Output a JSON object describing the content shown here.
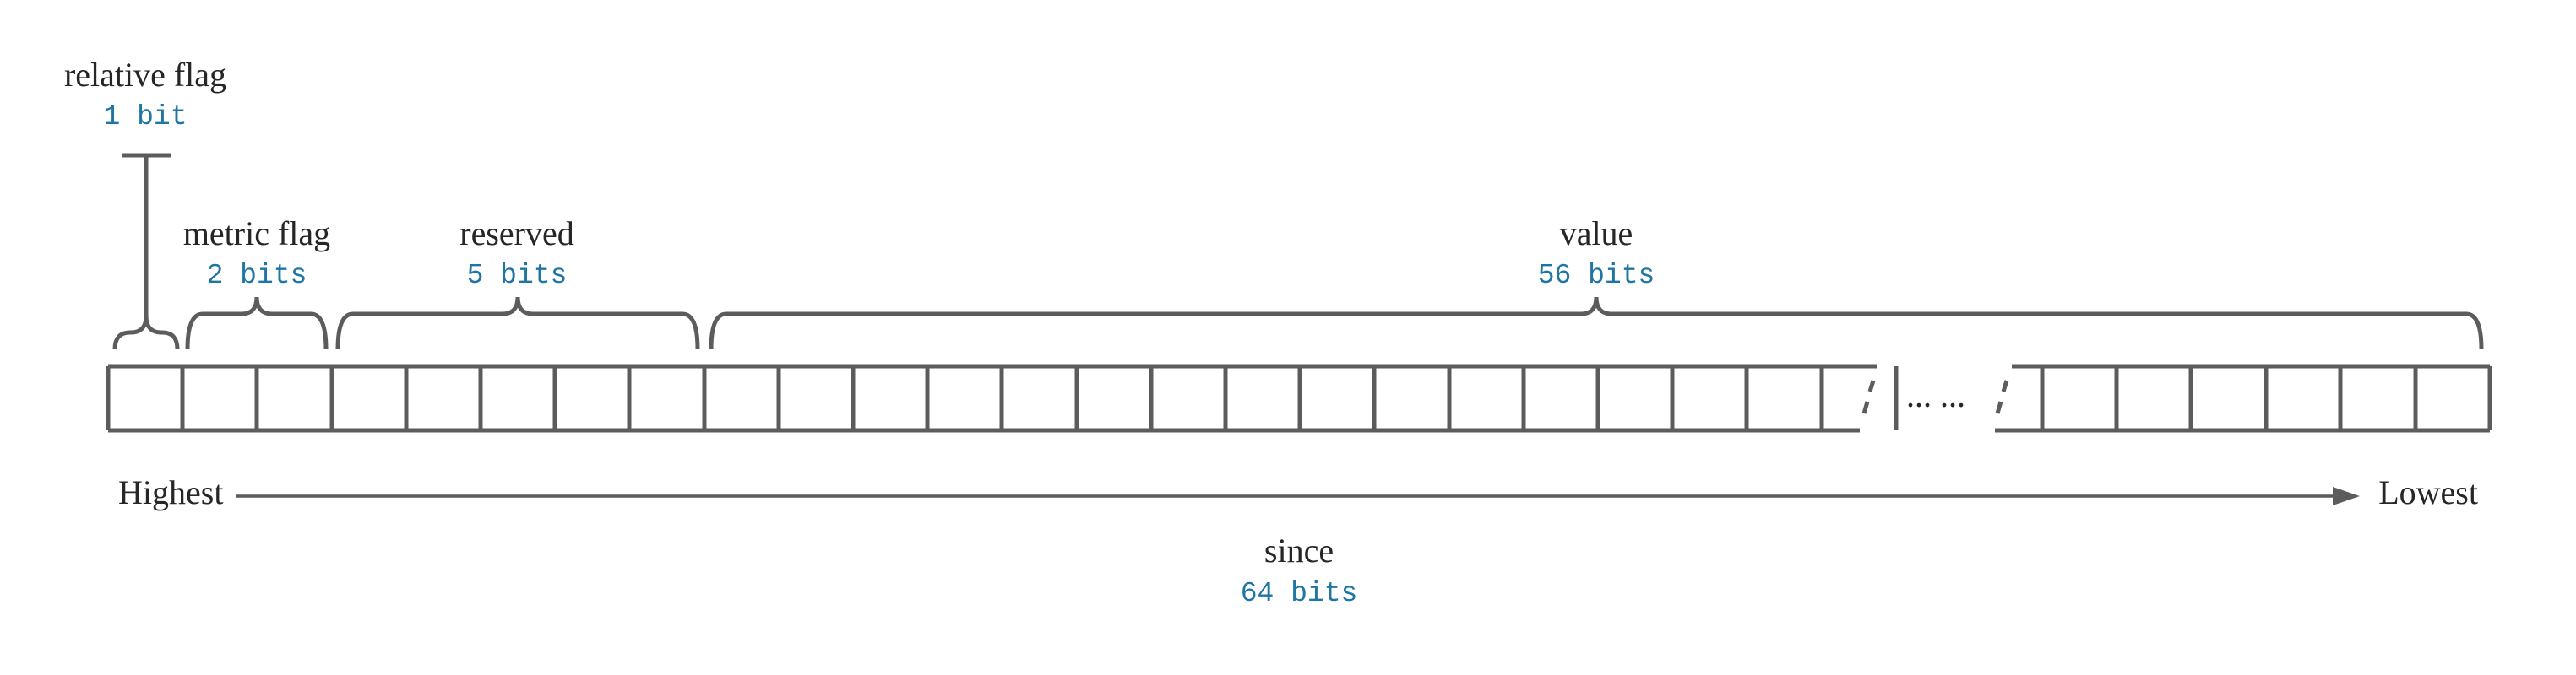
{
  "fields": [
    {
      "name": "relative flag",
      "size": "1 bit"
    },
    {
      "name": "metric flag",
      "size": "2 bits"
    },
    {
      "name": "reserved",
      "size": "5 bits"
    },
    {
      "name": "value",
      "size": "56 bits"
    }
  ],
  "register": {
    "name": "since",
    "size": "64 bits",
    "ellipsis": "... ..."
  },
  "direction": {
    "start": "Highest",
    "end": "Lowest"
  },
  "colors": {
    "stroke": "#5c5c5c",
    "bits_text": "#1f75a3",
    "label_text": "#262626"
  }
}
